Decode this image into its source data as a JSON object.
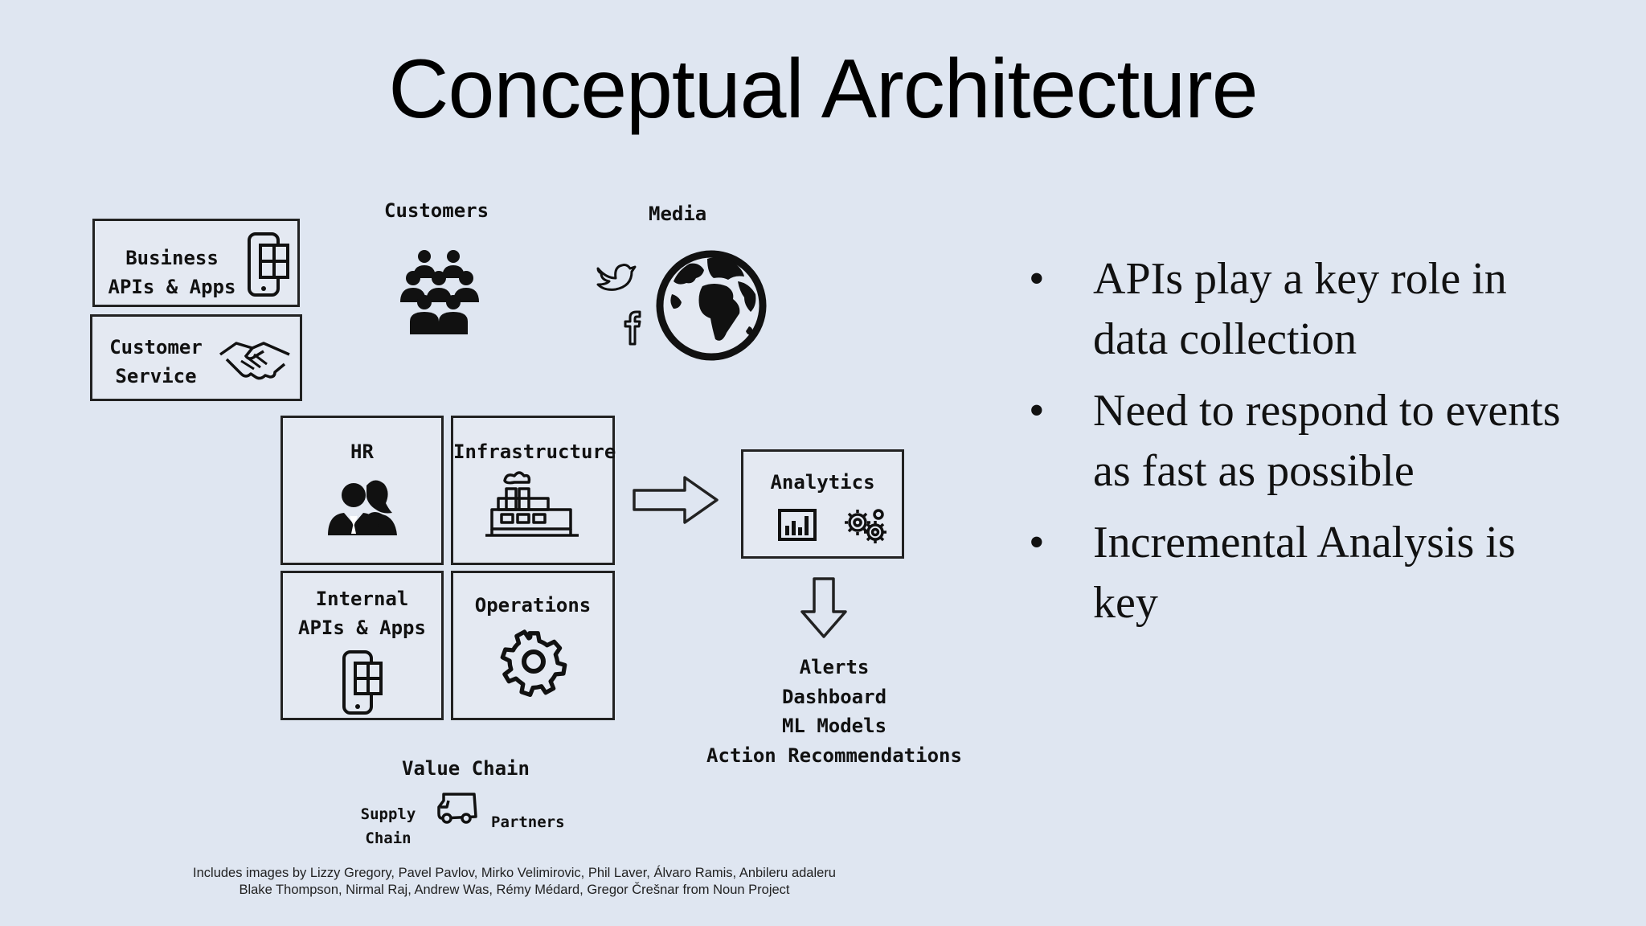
{
  "slide": {
    "title": "Conceptual Architecture"
  },
  "sources": {
    "business_apis": [
      "Business",
      "APIs & Apps"
    ],
    "customer_service": [
      "Customer",
      "Service"
    ],
    "customers": "Customers",
    "media": "Media"
  },
  "value_chain": {
    "hr": "HR",
    "infrastructure": "Infrastructure",
    "internal_apis": [
      "Internal",
      "APIs & Apps"
    ],
    "operations": "Operations",
    "label": "Value Chain",
    "supply_chain": [
      "Supply",
      "Chain"
    ],
    "partners": "Partners"
  },
  "analytics": {
    "label": "Analytics",
    "outputs": [
      "Alerts",
      "Dashboard",
      "ML Models",
      "Action Recommendations"
    ]
  },
  "bullets": [
    "APIs play a key role in data collection",
    "Need to respond to events as fast as possible",
    "Incremental Analysis is key"
  ],
  "credits": [
    "Includes images by Lizzy Gregory, Pavel Pavlov, Mirko Velimirovic, Phil Laver, Álvaro Ramis, Anbileru adaleru",
    "Blake Thompson, Nirmal Raj, Andrew Was, Rémy Médard, Gregor Črešnar from Noun Project"
  ],
  "icons": [
    "phone-apps-icon",
    "handshake-icon",
    "people-group-icon",
    "twitter-icon",
    "facebook-icon",
    "globe-icon",
    "hr-people-icon",
    "factory-icon",
    "phone-apps-icon",
    "gear-icon",
    "bar-chart-icon",
    "gears-icon",
    "arrow-right-icon",
    "arrow-down-icon",
    "truck-icon"
  ]
}
